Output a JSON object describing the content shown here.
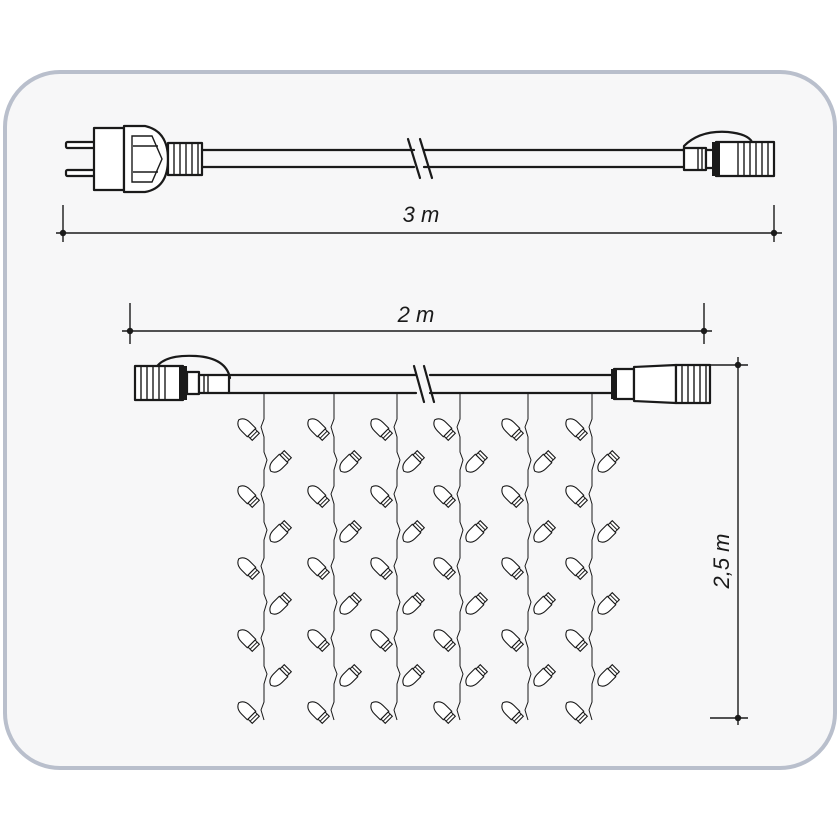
{
  "dimensions": {
    "supply_cable_length": "3 m",
    "curtain_width": "2 m",
    "curtain_height": "2,5 m"
  },
  "colors": {
    "frame_border": "#b9bfcc",
    "frame_background": "#f7f7f8",
    "ink": "#1a1a1a"
  },
  "icons": {
    "plug": "euro-plug-icon",
    "connector": "cable-connector-icon",
    "bulb": "led-bulb-icon",
    "cut": "cable-break-mark"
  }
}
